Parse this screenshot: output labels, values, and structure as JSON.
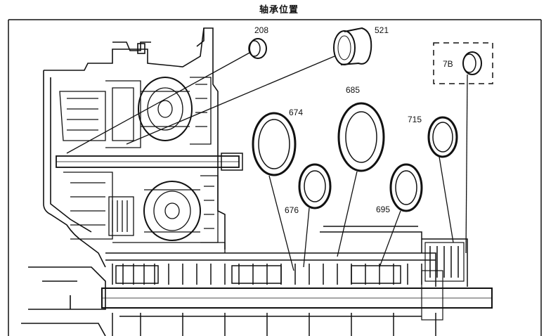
{
  "title": "轴承位置",
  "labels": {
    "p208": "208",
    "p521": "521",
    "p7b": "7B",
    "p685": "685",
    "p674": "674",
    "p715": "715",
    "p676": "676",
    "p695": "695"
  },
  "colors": {
    "ink": "#111111",
    "paper": "#ffffff",
    "shade": "#3a3a3a"
  }
}
